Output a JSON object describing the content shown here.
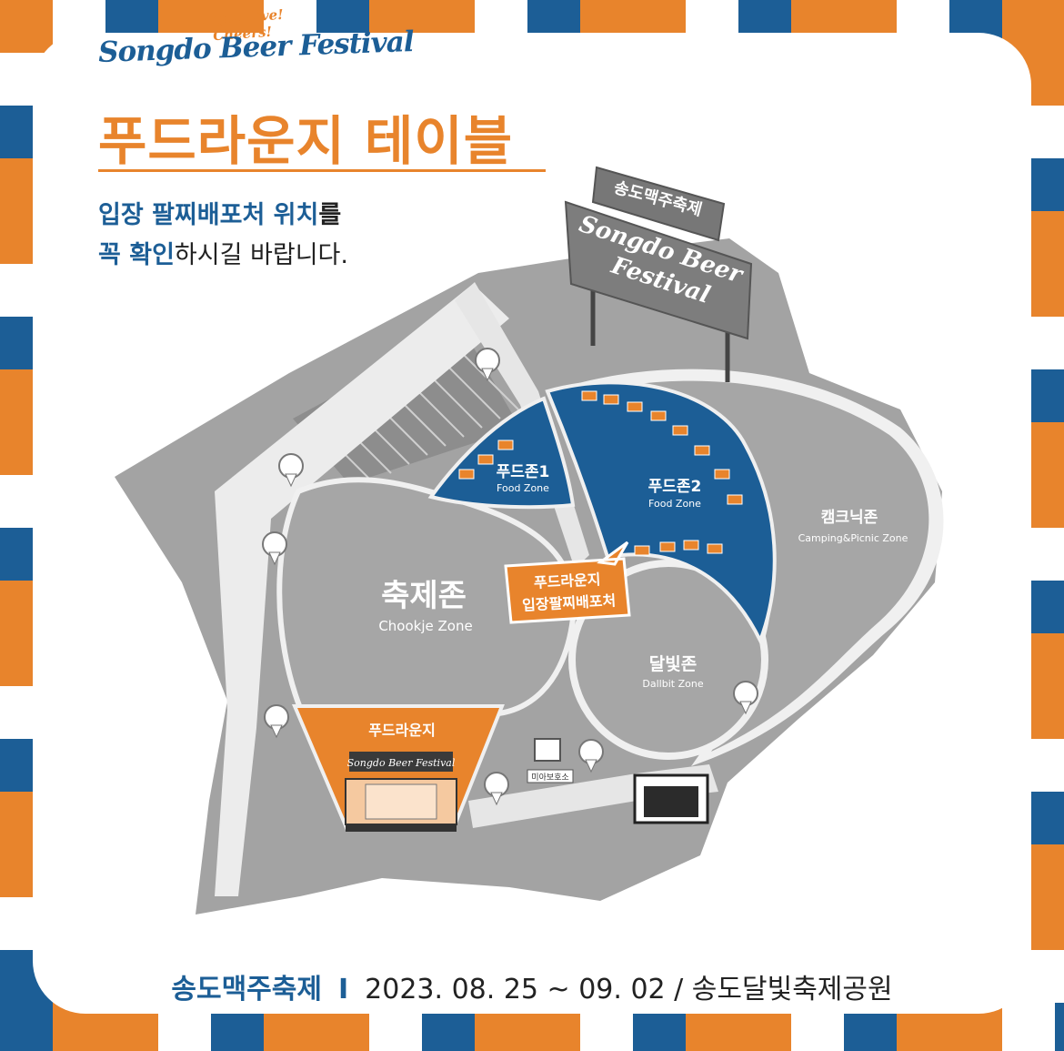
{
  "brand": {
    "tagline": "Enjoy Live! Cheers!",
    "name": "Songdo Beer Festival"
  },
  "title": "푸드라운지 테이블",
  "notice": {
    "line1_bold": "입장 팔찌배포처 위치",
    "line1_rest": "를",
    "line2_bold_a": "꼭 확인",
    "line2_rest": "하시길 바랍니다."
  },
  "map": {
    "sign_top": "송도맥주축제",
    "sign_main_line1": "Songdo Beer",
    "sign_main_line2": "Festival",
    "zones": [
      {
        "key": "food1",
        "name_ko": "푸드존1",
        "name_en": "Food Zone"
      },
      {
        "key": "food2",
        "name_ko": "푸드존2",
        "name_en": "Food Zone"
      },
      {
        "key": "camping",
        "name_ko": "캠크닉존",
        "name_en": "Camping&Picnic Zone"
      },
      {
        "key": "chookje",
        "name_ko": "축제존",
        "name_en": "Chookje Zone"
      },
      {
        "key": "dallbit",
        "name_ko": "달빛존",
        "name_en": "Dallbit Zone"
      },
      {
        "key": "lounge",
        "name_ko": "푸드라운지",
        "name_en": ""
      }
    ],
    "callout_line1": "푸드라운지",
    "callout_line2": "입장팔찌배포처",
    "stage_banner": "Songdo Beer Festival",
    "lost_child_label": "미아보호소",
    "colors": {
      "zone_blue": "#1c5e96",
      "accent_orange": "#e8842c",
      "ground_gray": "#9e9e9e",
      "path_white": "#f2f2f2"
    }
  },
  "footer": {
    "event": "송도맥주축제",
    "separator": "I",
    "dates_place": "2023. 08. 25 ~ 09. 02 / 송도달빛축제공원"
  }
}
